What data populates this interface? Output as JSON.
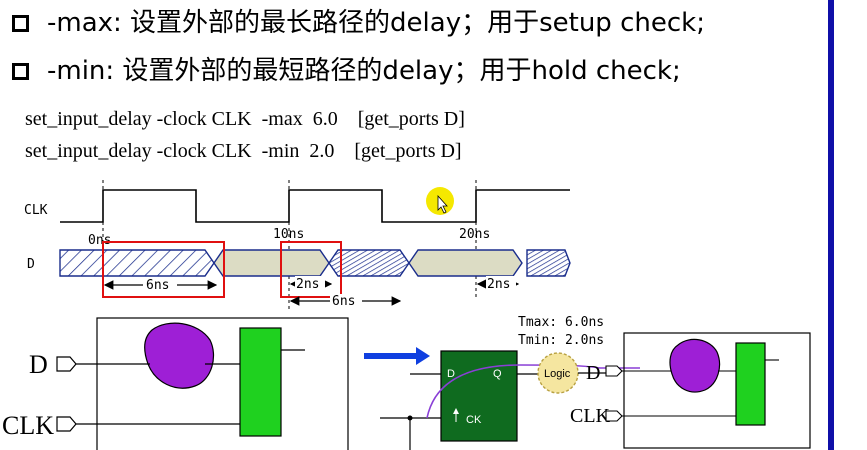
{
  "bullets": [
    {
      "text": "-max: 设置外部的最长路径的delay；用于setup check;"
    },
    {
      "text": "-min: 设置外部的最短路径的delay；用于hold check;"
    }
  ],
  "commands": [
    "set_input_delay -clock CLK  -max  6.0    [get_ports D]",
    "set_input_delay -clock CLK  -min  2.0    [get_ports D]"
  ],
  "waveform": {
    "clk_label": "CLK",
    "d_label": "D",
    "time_labels": [
      "0ns",
      "10ns",
      "20ns"
    ],
    "measure_labels": [
      "6ns",
      "2ns",
      "6ns",
      "2ns"
    ]
  },
  "left_circuit": {
    "d_label": "D",
    "clk_label": "CLK"
  },
  "right_circuit": {
    "tmax": "Tmax: 6.0ns",
    "tmin": "Tmin: 2.0ns",
    "ff_d": "D",
    "ff_q": "Q",
    "ff_ck": "CK",
    "logic": "Logic",
    "d_label": "D",
    "clk_label": "CLK"
  },
  "colors": {
    "accent_blue": "#0f0fa8",
    "flop_green": "#1fd11f",
    "ff_dark_green": "#0f6b1f",
    "blob_purple": "#9e1fd6",
    "highlight_red": "#e01010",
    "wave_blue": "#1a2d8c",
    "wave_fill": "#dcdcc4",
    "cursor_yellow": "#f5e800"
  }
}
